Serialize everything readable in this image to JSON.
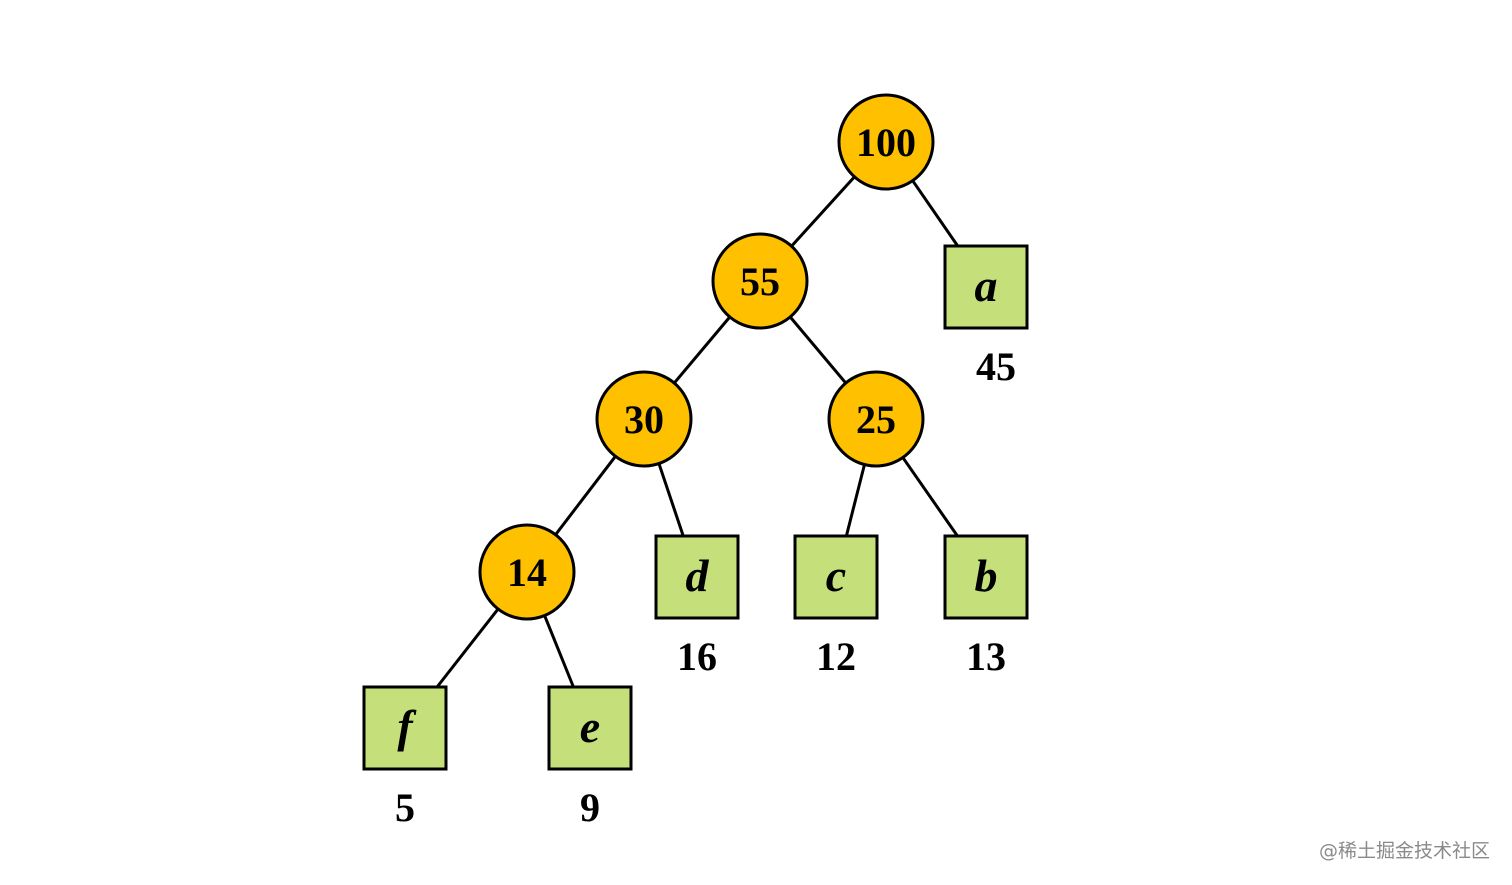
{
  "tree": {
    "internal_nodes": [
      {
        "id": "n100",
        "label": "100"
      },
      {
        "id": "n55",
        "label": "55"
      },
      {
        "id": "n30",
        "label": "30"
      },
      {
        "id": "n25",
        "label": "25"
      },
      {
        "id": "n14",
        "label": "14"
      }
    ],
    "leaves": [
      {
        "id": "a",
        "label": "a",
        "weight": "45"
      },
      {
        "id": "b",
        "label": "b",
        "weight": "13"
      },
      {
        "id": "c",
        "label": "c",
        "weight": "12"
      },
      {
        "id": "d",
        "label": "d",
        "weight": "16"
      },
      {
        "id": "e",
        "label": "e",
        "weight": "9"
      },
      {
        "id": "f",
        "label": "f",
        "weight": "5"
      }
    ],
    "edges": [
      [
        "n100",
        "n55"
      ],
      [
        "n100",
        "a"
      ],
      [
        "n55",
        "n30"
      ],
      [
        "n55",
        "n25"
      ],
      [
        "n30",
        "n14"
      ],
      [
        "n30",
        "d"
      ],
      [
        "n25",
        "c"
      ],
      [
        "n25",
        "b"
      ],
      [
        "n14",
        "f"
      ],
      [
        "n14",
        "e"
      ]
    ]
  },
  "colors": {
    "internal_node": "#ffc000",
    "leaf_node": "#c5e07a",
    "stroke": "#000000"
  },
  "watermark": "@稀土掘金技术社区"
}
